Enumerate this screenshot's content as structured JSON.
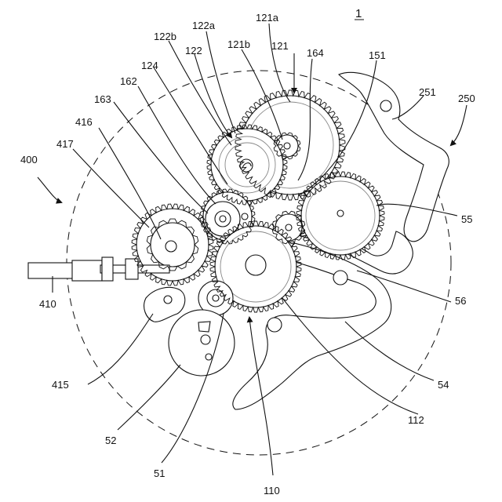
{
  "figure": {
    "number": "1",
    "callouts": [
      {
        "id": "c-121a",
        "text": "121a"
      },
      {
        "id": "c-122a",
        "text": "122a"
      },
      {
        "id": "c-122b",
        "text": "122b"
      },
      {
        "id": "c-121b",
        "text": "121b"
      },
      {
        "id": "c-121",
        "text": "121"
      },
      {
        "id": "c-122",
        "text": "122"
      },
      {
        "id": "c-124",
        "text": "124"
      },
      {
        "id": "c-164",
        "text": "164"
      },
      {
        "id": "c-151",
        "text": "151"
      },
      {
        "id": "c-162",
        "text": "162"
      },
      {
        "id": "c-163",
        "text": "163"
      },
      {
        "id": "c-416",
        "text": "416"
      },
      {
        "id": "c-417",
        "text": "417"
      },
      {
        "id": "c-400",
        "text": "400"
      },
      {
        "id": "c-251",
        "text": "251"
      },
      {
        "id": "c-250",
        "text": "250"
      },
      {
        "id": "c-55",
        "text": "55"
      },
      {
        "id": "c-410",
        "text": "410"
      },
      {
        "id": "c-56",
        "text": "56"
      },
      {
        "id": "c-54",
        "text": "54"
      },
      {
        "id": "c-415",
        "text": "415"
      },
      {
        "id": "c-112",
        "text": "112"
      },
      {
        "id": "c-52",
        "text": "52"
      },
      {
        "id": "c-51",
        "text": "51"
      },
      {
        "id": "c-110",
        "text": "110"
      }
    ]
  }
}
